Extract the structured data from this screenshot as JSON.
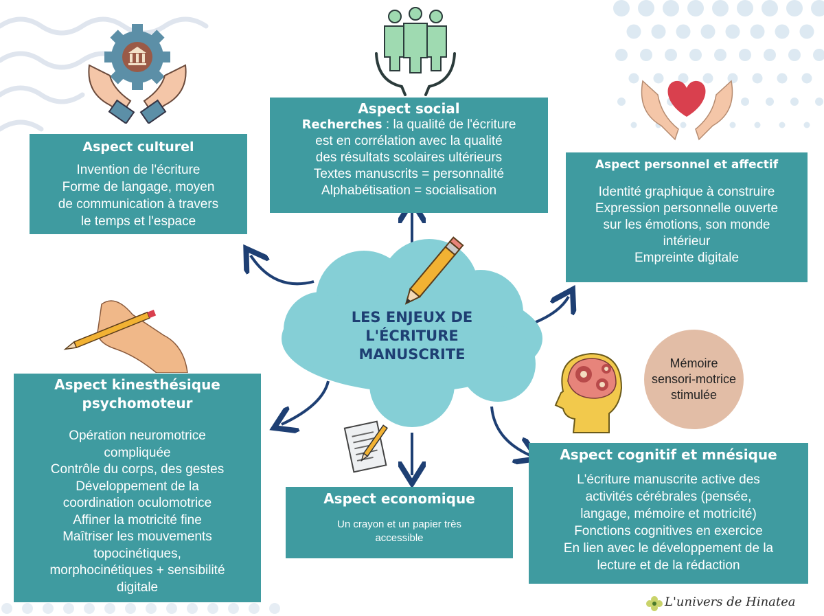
{
  "center": {
    "lines": [
      "LES ENJEUX DE",
      "L'ÉCRITURE",
      "MANUSCRITE"
    ]
  },
  "boxes": {
    "culturel": {
      "title": "Aspect culturel",
      "lines": [
        "Invention de l'écriture",
        "Forme de langage, moyen",
        "de communication à travers",
        "le temps et l'espace"
      ]
    },
    "social": {
      "title": "Aspect social",
      "first_bold": "Recherches",
      "first_rest": " : la qualité de l'écriture",
      "lines": [
        "est en corrélation avec la qualité",
        "des résultats scolaires ultérieurs",
        "Textes manuscrits = personnalité",
        "Alphabétisation = socialisation"
      ]
    },
    "personnel": {
      "title": "Aspect personnel et affectif",
      "lines": [
        "Identité graphique à construire",
        "Expression personnelle ouverte",
        "sur les émotions, son monde",
        "intérieur",
        "Empreinte digitale"
      ]
    },
    "kinesthesique": {
      "title_lines": [
        "Aspect kinesthésique",
        "psychomoteur"
      ],
      "lines": [
        "Opération neuromotrice",
        "compliquée",
        "Contrôle du corps, des gestes",
        "Développement de la",
        "coordination oculomotrice",
        "Affiner la motricité fine",
        "Maîtriser les mouvements",
        "topocinétiques,",
        "morphocinétiques + sensibilité",
        "digitale"
      ]
    },
    "economique": {
      "title": "Aspect economique",
      "lines": [
        "Un crayon et un papier très",
        "accessible"
      ]
    },
    "cognitif": {
      "title": "Aspect cognitif et mnésique",
      "lines": [
        "L'écriture manuscrite active des",
        "activités cérébrales (pensée,",
        "langage, mémoire et motricité)",
        "Fonctions cognitives en exercice",
        "En lien avec le développement de la",
        "lecture et de la rédaction"
      ]
    }
  },
  "memoire": {
    "lines": [
      "Mémoire",
      "sensori-motrice",
      "stimulée"
    ]
  },
  "brand": "L'univers de Hinatea",
  "icons": {
    "culturel": "hands-gear-museum-icon",
    "social": "hands-people-icon",
    "personnel": "hands-heart-icon",
    "kinesthesique": "hand-writing-pencil-icon",
    "economique": "paper-pencil-icon",
    "cognitif": "head-gears-icon",
    "center": "pencil-icon",
    "brand": "flower-icon"
  },
  "colors": {
    "box": "#3f9ba0",
    "cloud": "#85cfd6",
    "center_text": "#1e3f73",
    "arrow": "#1e3f73",
    "memoire": "#e2bda6"
  }
}
